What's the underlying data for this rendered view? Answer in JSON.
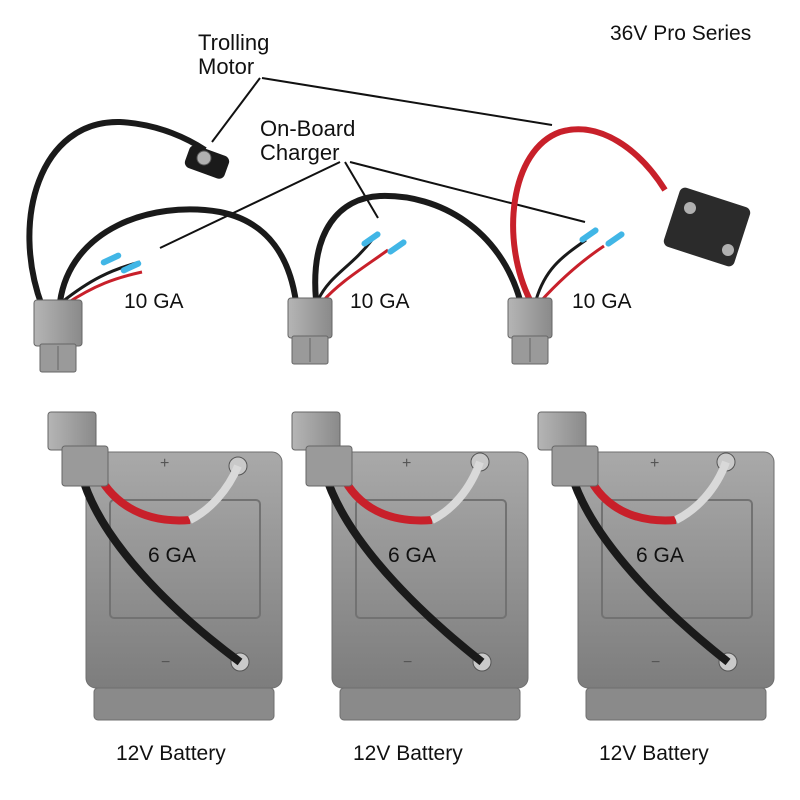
{
  "title": "36V Pro Series",
  "callouts": {
    "trolling_motor": [
      "Trolling",
      "Motor"
    ],
    "onboard_charger": [
      "On-Board",
      "Charger"
    ]
  },
  "harness_gauges": [
    "10 GA",
    "10 GA",
    "10 GA"
  ],
  "battery_gauges": [
    "6 GA",
    "6 GA",
    "6 GA"
  ],
  "battery_labels": [
    "12V Battery",
    "12V Battery",
    "12V Battery"
  ],
  "battery_terminals": {
    "positive": "+",
    "negative": "−"
  },
  "colors": {
    "red_cable": "#c8202a",
    "black_cable": "#1a1a1a",
    "connector_gray": "#9a9a9a",
    "battery_gray": "#8e8e8e",
    "breaker": "#2b2b2b"
  }
}
